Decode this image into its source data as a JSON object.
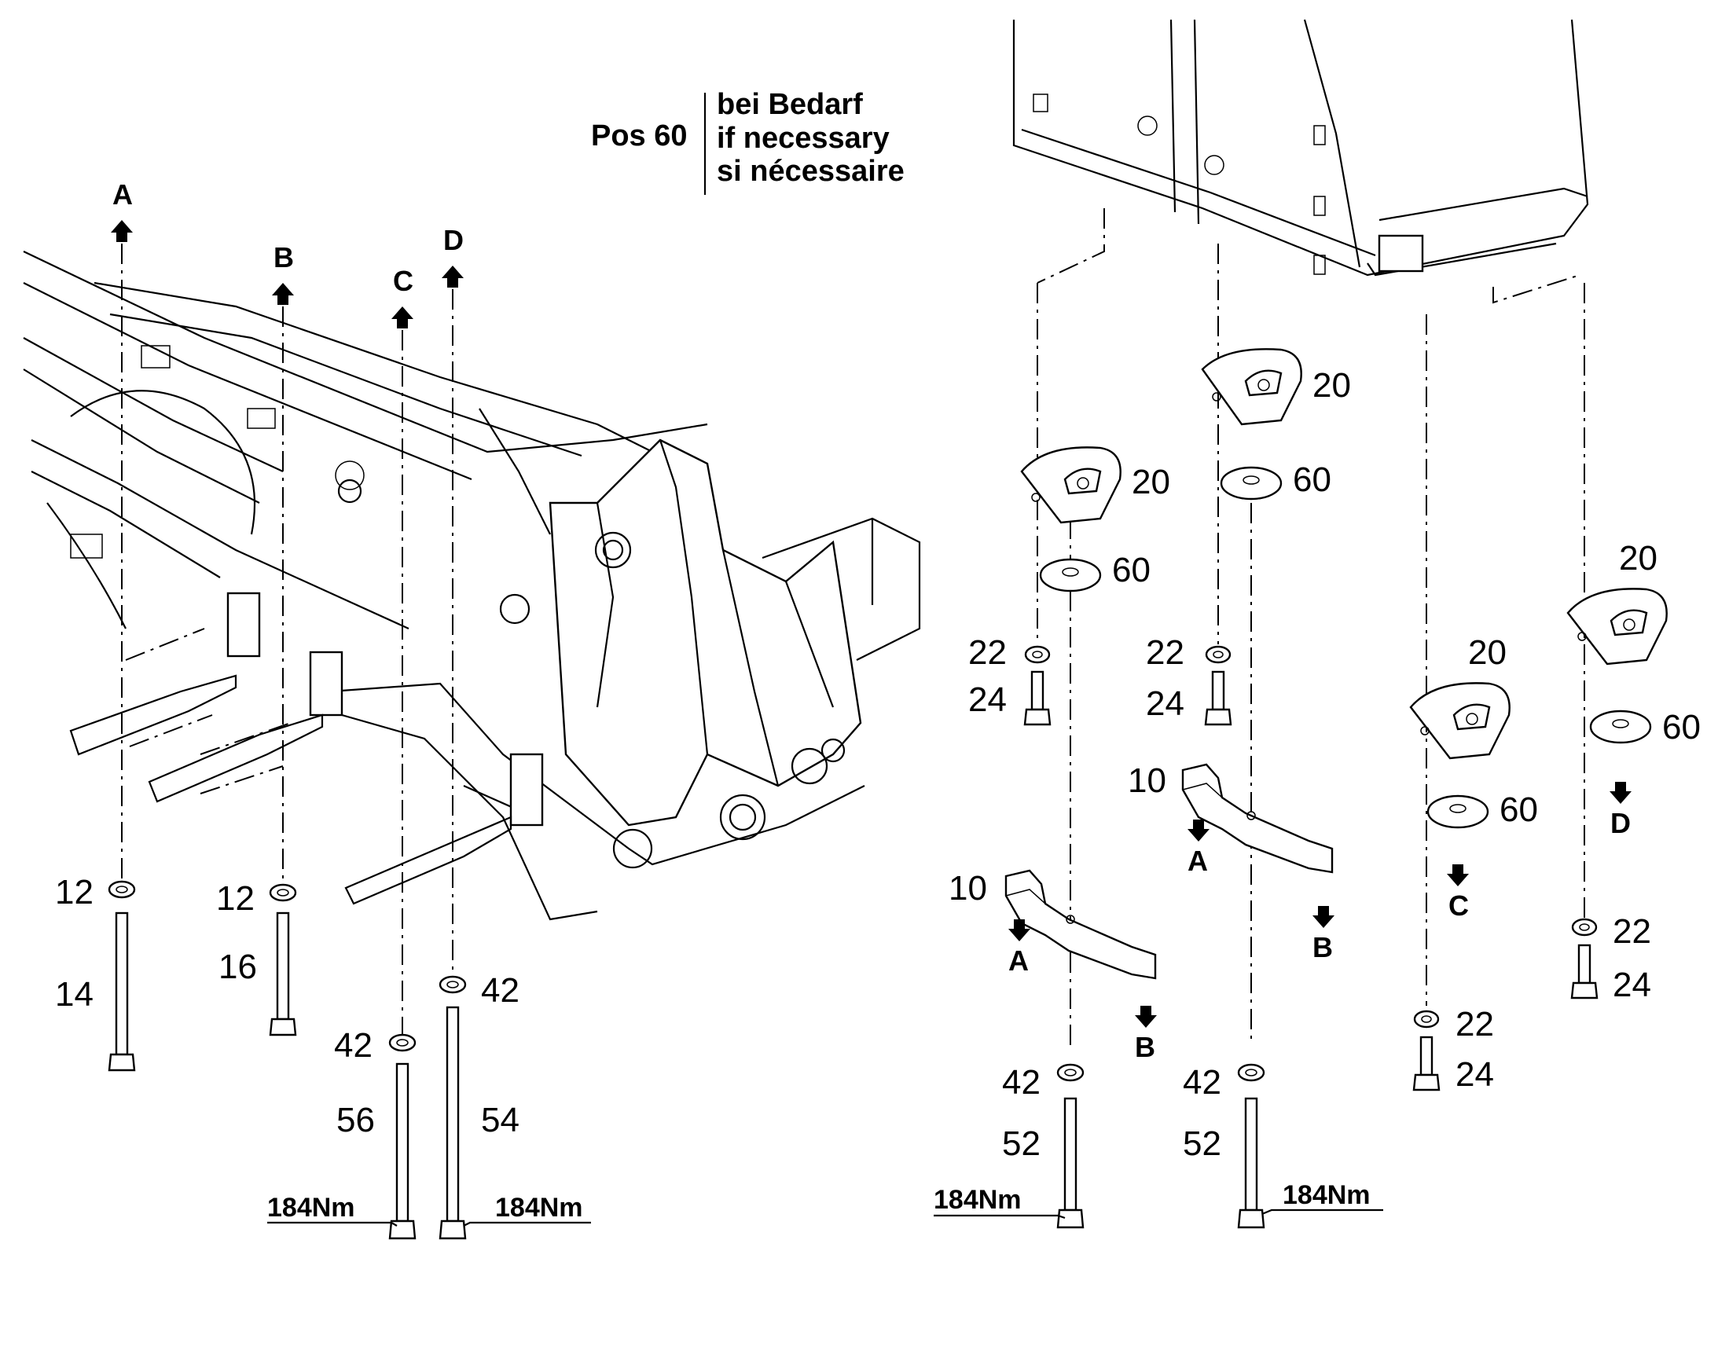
{
  "note": {
    "pos": "Pos 60",
    "lines": [
      "bei Bedarf",
      "if necessary",
      "si nécessaire"
    ]
  },
  "left": {
    "letters": [
      "A",
      "B",
      "C",
      "D"
    ],
    "numbers": [
      "12",
      "14",
      "12",
      "16",
      "42",
      "56",
      "42",
      "54"
    ],
    "torque": [
      "184Nm",
      "184Nm"
    ]
  },
  "right": {
    "numbers": [
      "20",
      "20",
      "60",
      "60",
      "22",
      "24",
      "22",
      "24",
      "10",
      "10",
      "20",
      "60",
      "20",
      "60",
      "22",
      "24",
      "22",
      "24",
      "42",
      "52",
      "42",
      "52"
    ],
    "letters": [
      "A",
      "B",
      "A",
      "B",
      "C",
      "D"
    ],
    "torque": [
      "184Nm",
      "184Nm"
    ]
  }
}
